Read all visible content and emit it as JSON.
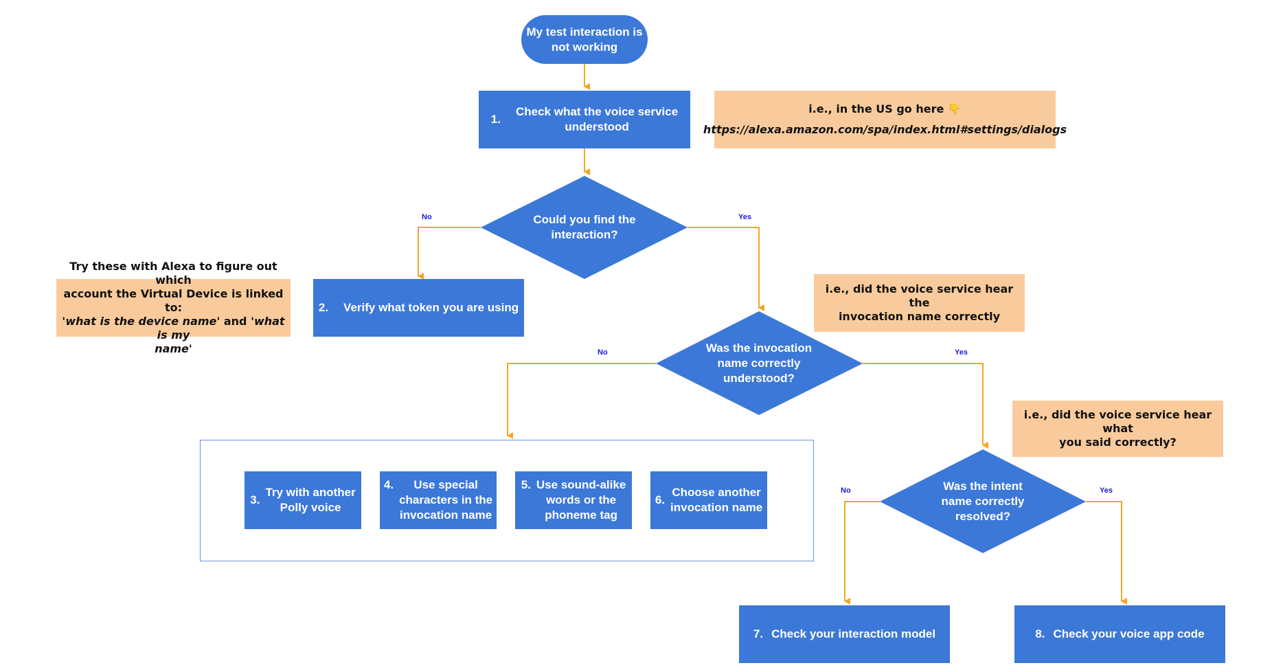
{
  "colors": {
    "node_fill": "#3c78d8",
    "note_fill": "#f9cb9c",
    "arrow": "#f5a623",
    "label_text": "#1a1ad6",
    "group_border": "#6d8fe0"
  },
  "nodes": {
    "start": {
      "line1": "My test interaction is",
      "line2": "not working"
    },
    "step1": {
      "num": "1.",
      "line1": "Check what the voice service",
      "line2": "understood"
    },
    "decision1": {
      "line1": "Could you find the",
      "line2": "interaction?"
    },
    "step2": {
      "num": "2.",
      "text": "Verify what token you are using"
    },
    "decision2": {
      "line1": "Was the invocation",
      "line2": "name correctly",
      "line3": "understood?"
    },
    "step3": {
      "num": "3.",
      "line1": "Try with another",
      "line2": "Polly voice"
    },
    "step4": {
      "num": "4.",
      "line1": "Use special",
      "line2": "characters in the",
      "line3": "invocation name"
    },
    "step5": {
      "num": "5.",
      "line1": "Use sound-alike",
      "line2": "words or the",
      "line3": "phoneme tag"
    },
    "step6": {
      "num": "6.",
      "line1": "Choose another",
      "line2": "invocation name"
    },
    "decision3": {
      "line1": "Was the intent",
      "line2": "name correctly",
      "line3": "resolved?"
    },
    "step7": {
      "num": "7.",
      "text": "Check your interaction model"
    },
    "step8": {
      "num": "8.",
      "text": "Check your voice app code"
    }
  },
  "notes": {
    "us_link": {
      "line1": "i.e., in the US go here 👇",
      "line2": "https://alexa.amazon.com/spa/index.html#settings/dialogs"
    },
    "account": {
      "line1": "Try these with Alexa to figure out which",
      "line2": "account the Virtual Device is linked to:",
      "q1": "'what is the device name'",
      "and": " and ",
      "q2": "'what is my",
      "q3": "name'"
    },
    "invocation": {
      "line1": "i.e., did the voice service hear the",
      "line2": "invocation name correctly"
    },
    "intent": {
      "line1": "i.e., did the voice service hear what",
      "line2": "you said correctly?"
    }
  },
  "edge_labels": {
    "d1_no": "No",
    "d1_yes": "Yes",
    "d2_no": "No",
    "d2_yes": "Yes",
    "d3_no": "No",
    "d3_yes": "Yes"
  }
}
